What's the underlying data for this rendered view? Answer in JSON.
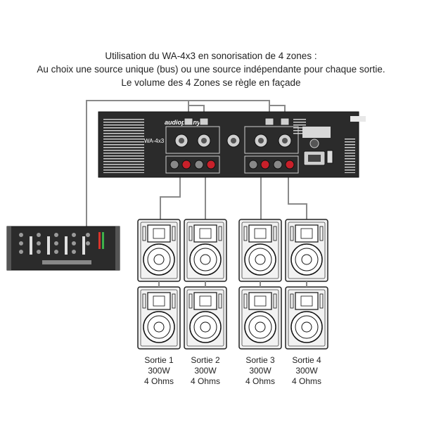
{
  "caption": {
    "line1": "Utilisation du WA-4x3 en sonorisation de 4 zones :",
    "line2": "Au choix une source unique (bus) ou une source indépendante pour chaque sortie.",
    "line3": "Le volume des 4 Zones se règle en façade"
  },
  "amplifier": {
    "brand": "audiophony",
    "model": "WA-4x3"
  },
  "outputs": [
    {
      "name": "Sortie 1",
      "power": "300W",
      "impedance": "4 Ohms"
    },
    {
      "name": "Sortie 2",
      "power": "300W",
      "impedance": "4 Ohms"
    },
    {
      "name": "Sortie 3",
      "power": "300W",
      "impedance": "4 Ohms"
    },
    {
      "name": "Sortie 4",
      "power": "300W",
      "impedance": "4 Ohms"
    }
  ],
  "colors": {
    "cable": "#8a8a8a",
    "device_body": "#2b2b2b",
    "binding_post_red": "#c8202a",
    "speaker_body": "#f2f2f2"
  }
}
